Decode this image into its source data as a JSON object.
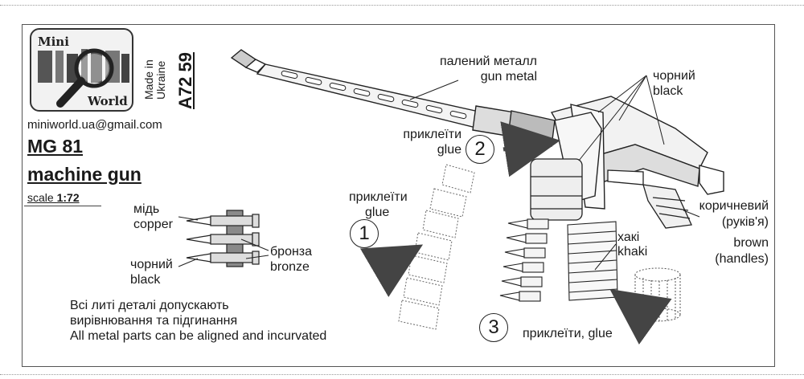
{
  "brand": {
    "logo_line1": "Mini",
    "logo_line2": "World",
    "made_in_line1": "Made in",
    "made_in_line2": "Ukraine",
    "code": "A72 59",
    "email": "miniworld.ua@gmail.com"
  },
  "kit": {
    "title_line1": "MG 81",
    "title_line2": "machine gun",
    "scale_label": "scale ",
    "scale_value": "1:72"
  },
  "ammo_legend": {
    "copper_ua": "мідь",
    "copper_en": "copper",
    "black_ua": "чорний",
    "black_en": "black",
    "bronze_ua": "бронза",
    "bronze_en": "bronze"
  },
  "notes": {
    "line1": "Всі литі деталі допускають",
    "line2": "вирівнювання та підгинання",
    "line3": "All metal parts can be aligned and incurvated"
  },
  "callouts": {
    "gunmetal_ua": "палений металл",
    "gunmetal_en": "gun metal",
    "black_ua": "чорний",
    "black_en": "black",
    "glue2_ua": "приклеїти",
    "glue2_en": "glue",
    "glue1_ua": "приклеїти",
    "glue1_en": "glue",
    "brown_ua": "коричневий",
    "brown_ua2": "(руків'я)",
    "brown_en": "brown",
    "brown_en2": "(handles)",
    "khaki_ua": "хакі",
    "khaki_en": "khaki",
    "glue3": "приклеїти, glue"
  },
  "steps": {
    "one": "1",
    "two": "2",
    "three": "3"
  }
}
